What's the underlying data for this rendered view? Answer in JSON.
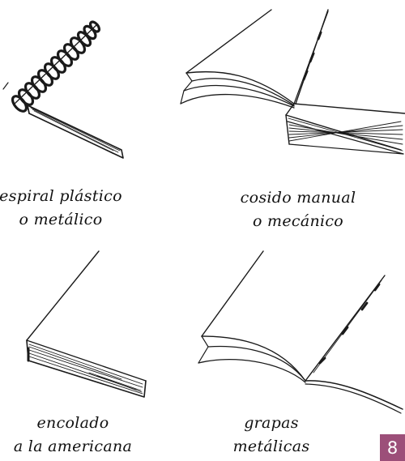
{
  "bindings": [
    {
      "id": "spiral",
      "lines": [
        "espiral plástico",
        "o metálico"
      ]
    },
    {
      "id": "sewn",
      "lines": [
        "cosido manual",
        "o mecánico"
      ]
    },
    {
      "id": "glued",
      "lines": [
        "encolado",
        "a la americana"
      ]
    },
    {
      "id": "stapled",
      "lines": [
        "grapas",
        "metálicas"
      ]
    }
  ],
  "page_number": "8",
  "colors": {
    "ink": "#1a1a1a",
    "badge": "#9c4f79",
    "background": "#ffffff"
  }
}
